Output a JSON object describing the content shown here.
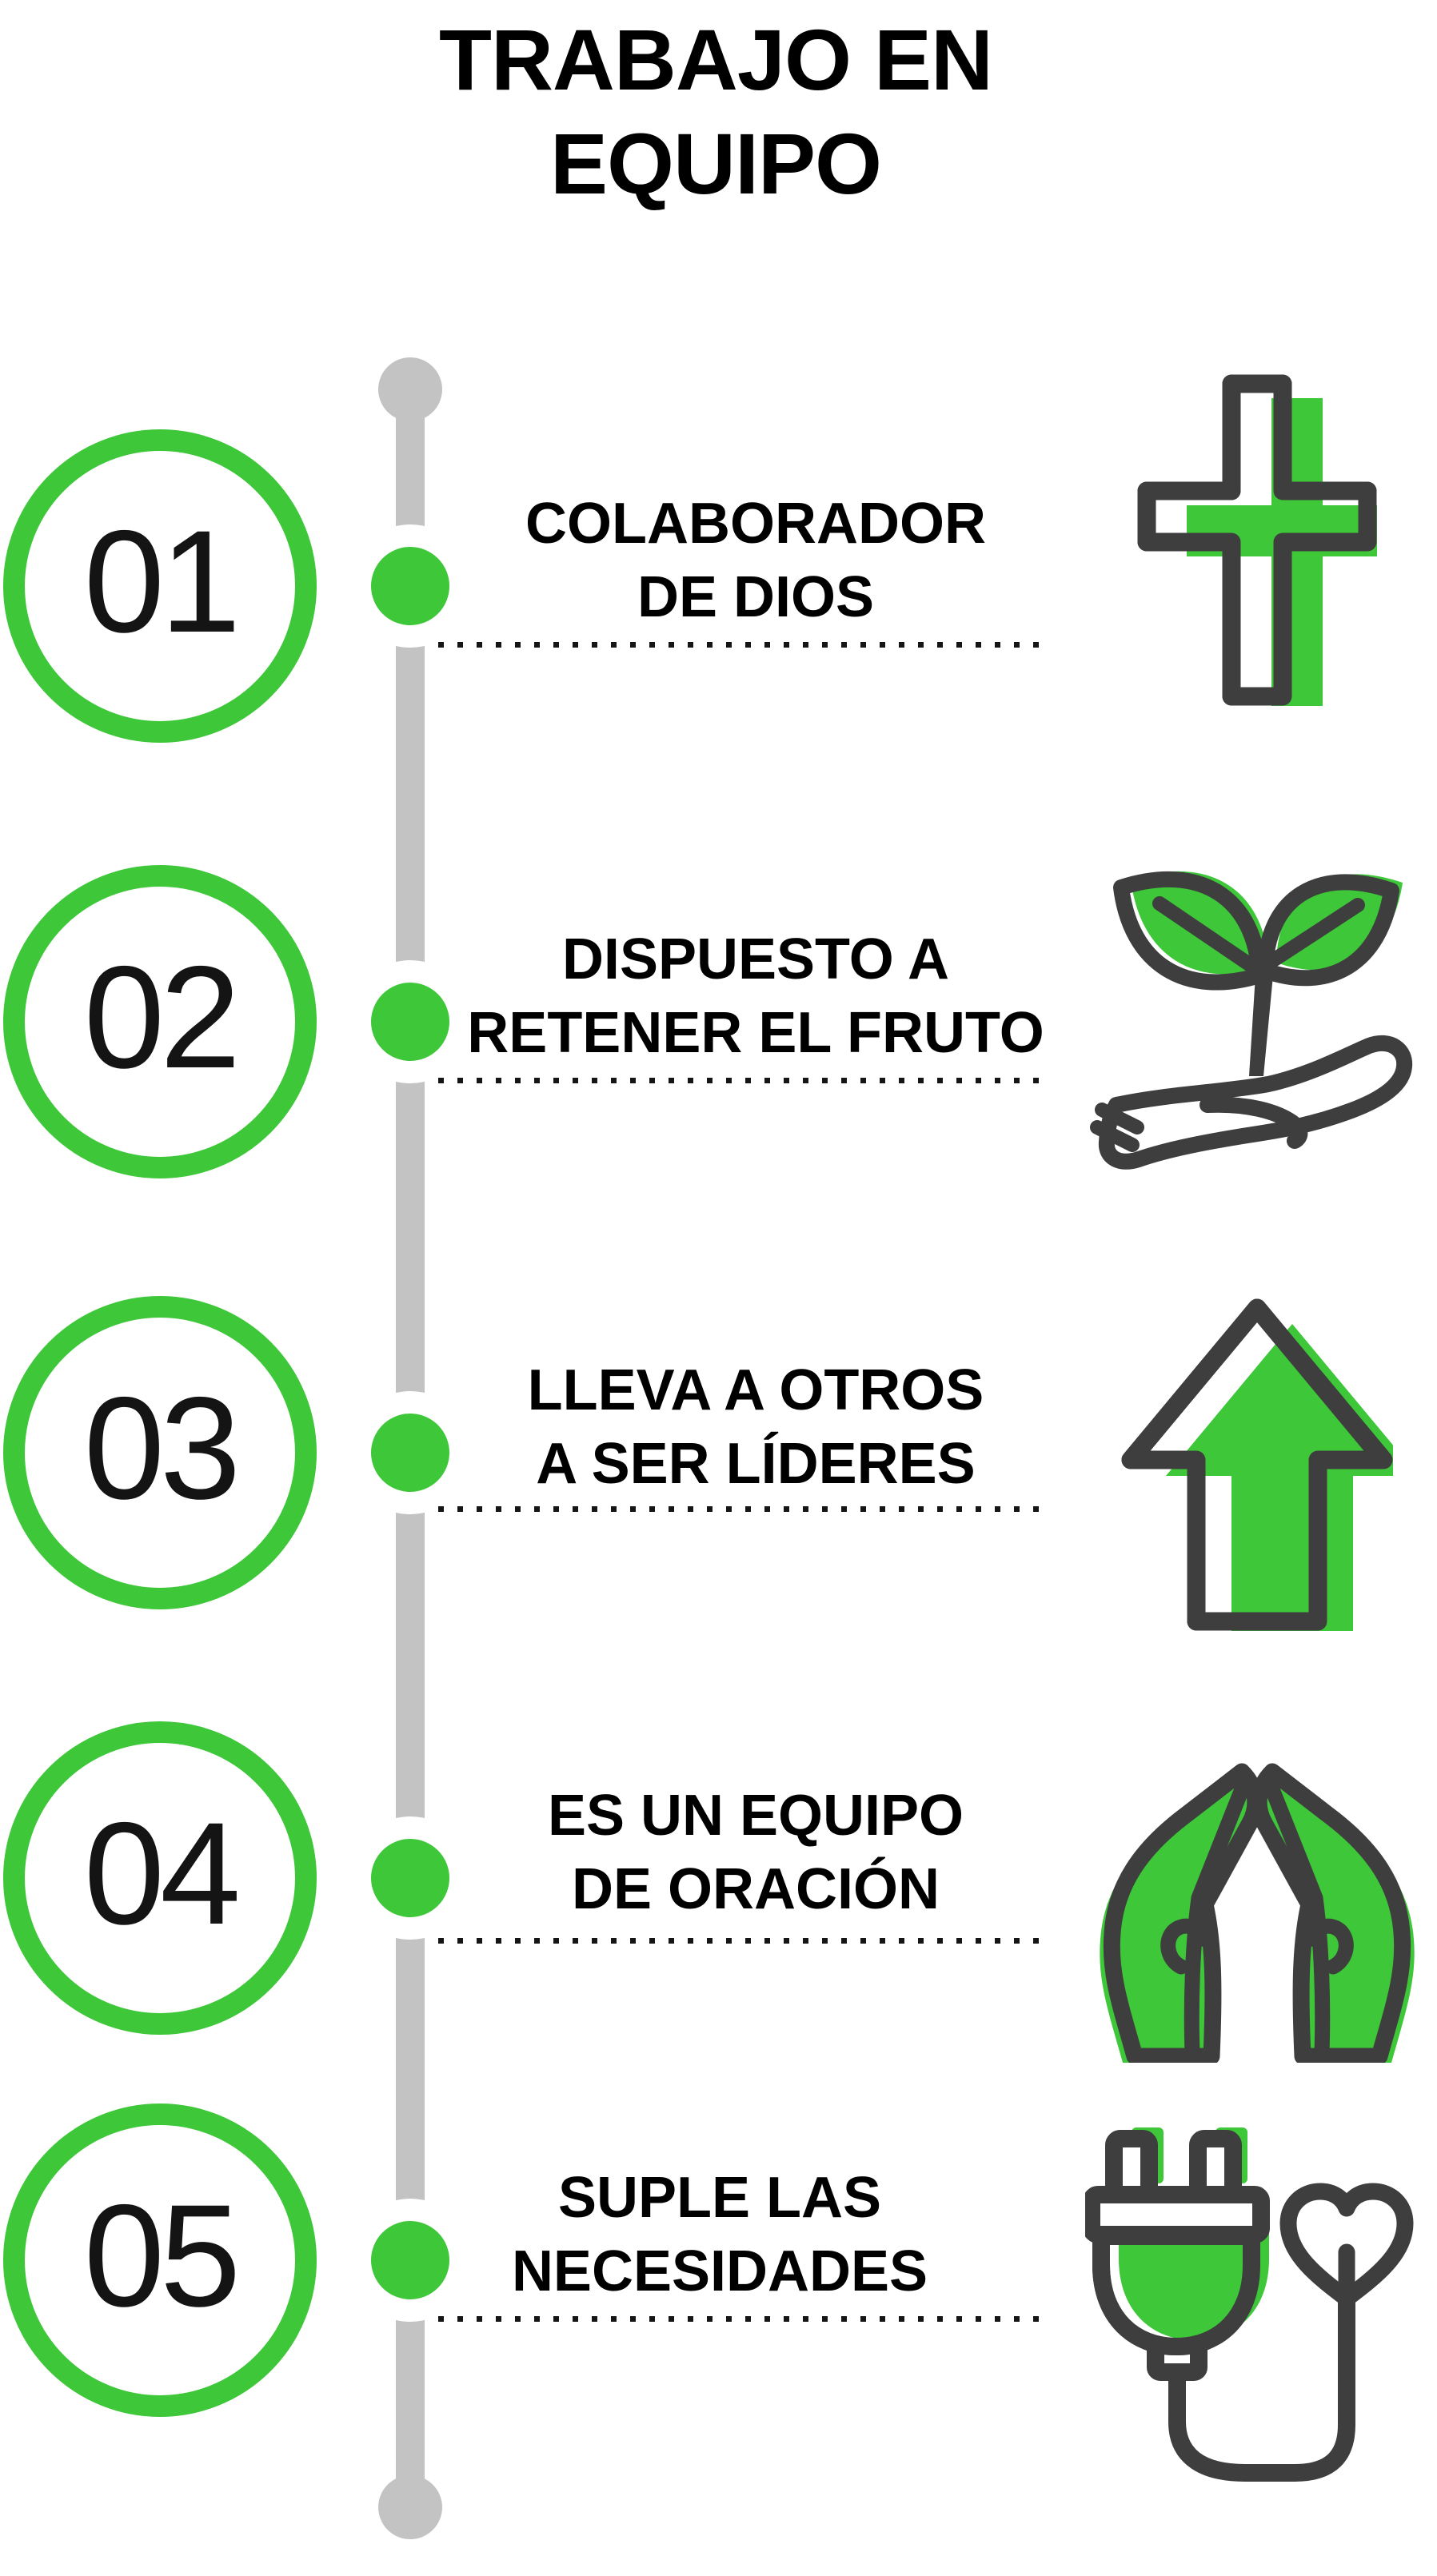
{
  "title": {
    "line1": "TRABAJO EN",
    "line2": "EQUIPO"
  },
  "items": [
    {
      "number": "01",
      "line1": "COLABORADOR",
      "line2": "DE DIOS",
      "icon": "cross-icon"
    },
    {
      "number": "02",
      "line1": "DISPUESTO A",
      "line2": "RETENER EL FRUTO",
      "icon": "hand-sprout-icon"
    },
    {
      "number": "03",
      "line1": "LLEVA A OTROS",
      "line2": "A SER LÍDERES",
      "icon": "arrow-up-icon"
    },
    {
      "number": "04",
      "line1": "ES UN EQUIPO",
      "line2": "DE ORACIÓN",
      "icon": "praying-hands-icon"
    },
    {
      "number": "05",
      "line1": "SUPLE LAS",
      "line2": "NECESIDADES",
      "icon": "plug-heart-icon"
    }
  ],
  "colors": {
    "green": "#3DC739",
    "dark": "#3E3E3E",
    "gray": "#C3C3C3",
    "text": "#000000"
  }
}
